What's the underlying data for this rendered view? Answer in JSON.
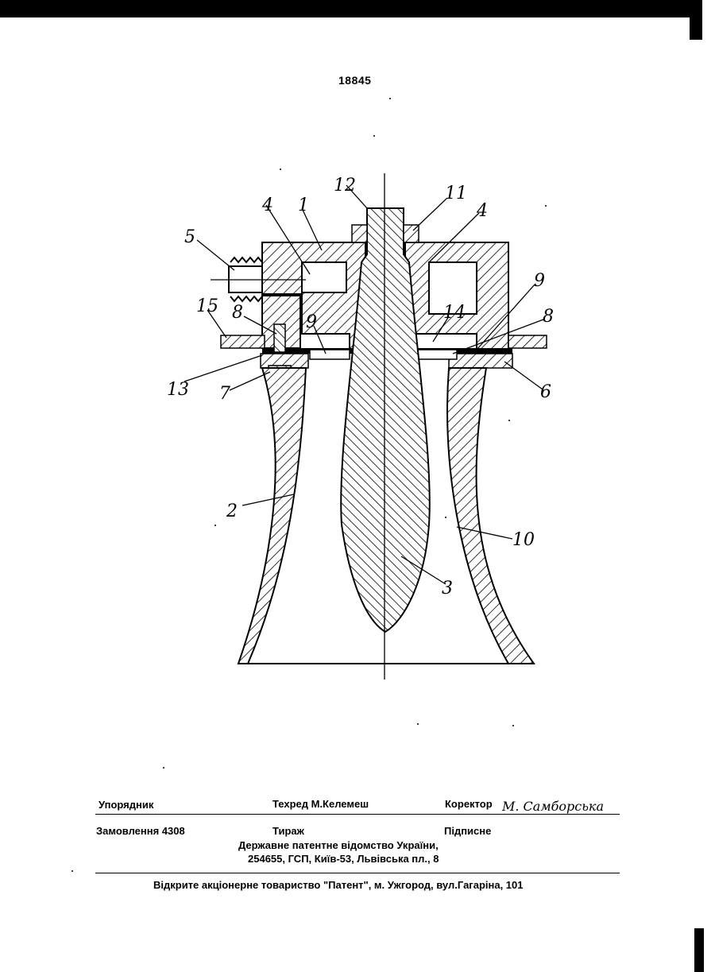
{
  "page_number": "18845",
  "drawing": {
    "labels": {
      "l1": "1",
      "l2": "2",
      "l3": "3",
      "l4a": "4",
      "l4b": "4",
      "l5": "5",
      "l6": "6",
      "l7": "7",
      "l8a": "8",
      "l8b": "8",
      "l9a": "9",
      "l9b": "9",
      "l10": "10",
      "l11": "11",
      "l12": "12",
      "l13": "13",
      "l14": "14",
      "l15": "15"
    }
  },
  "imprint": {
    "compiler_label": "Упорядник",
    "techred": "Техред М.Келемеш",
    "corrector_label": "Коректор",
    "corrector_name": "М. Самборська",
    "order": "Замовлення  4308",
    "circulation": "Тираж",
    "subscription": "Підписне",
    "office_line1": "Державне  патентне  відомство  України,",
    "office_line2": "254655, ГСП, Київ-53, Львівська пл., 8",
    "publisher": "Відкрите акціонерне товариство \"Патент\", м. Ужгород, вул.Гагаріна, 101"
  }
}
